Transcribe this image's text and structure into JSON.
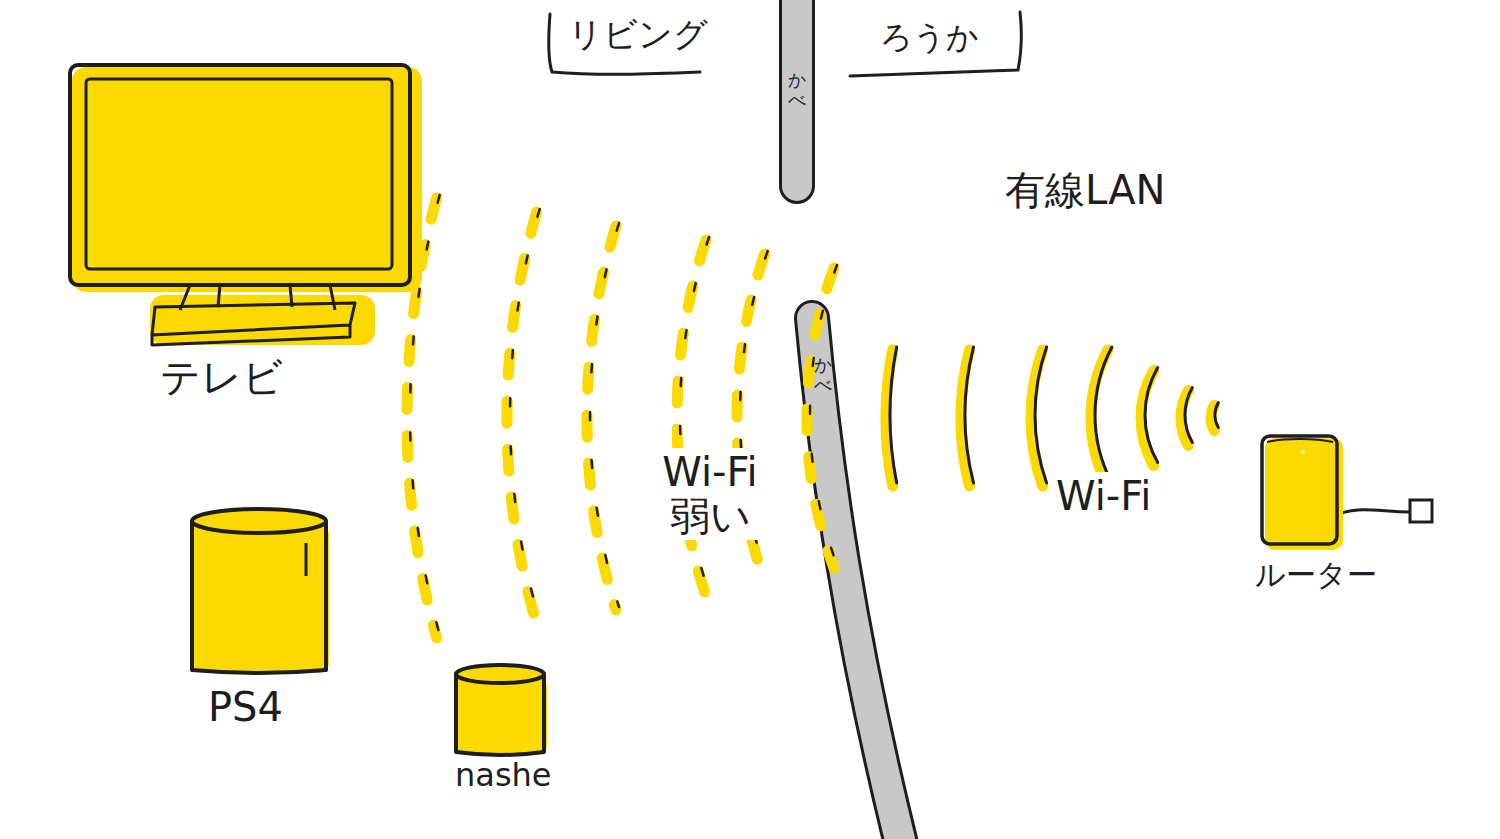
{
  "diagram": {
    "nodes": [
      {
        "text": [
          "テレビ"
        ]
      },
      {
        "text": [
          "PS4"
        ]
      },
      {
        "text": [
          "nashe"
        ]
      },
      {
        "text": [
          "ルーター"
        ]
      }
    ],
    "labels": [
      "リビング",
      "ろうか",
      "かべ",
      "有線LAN",
      "かべ",
      "Wi-Fi 弱い",
      "Wi-Fi"
    ]
  }
}
